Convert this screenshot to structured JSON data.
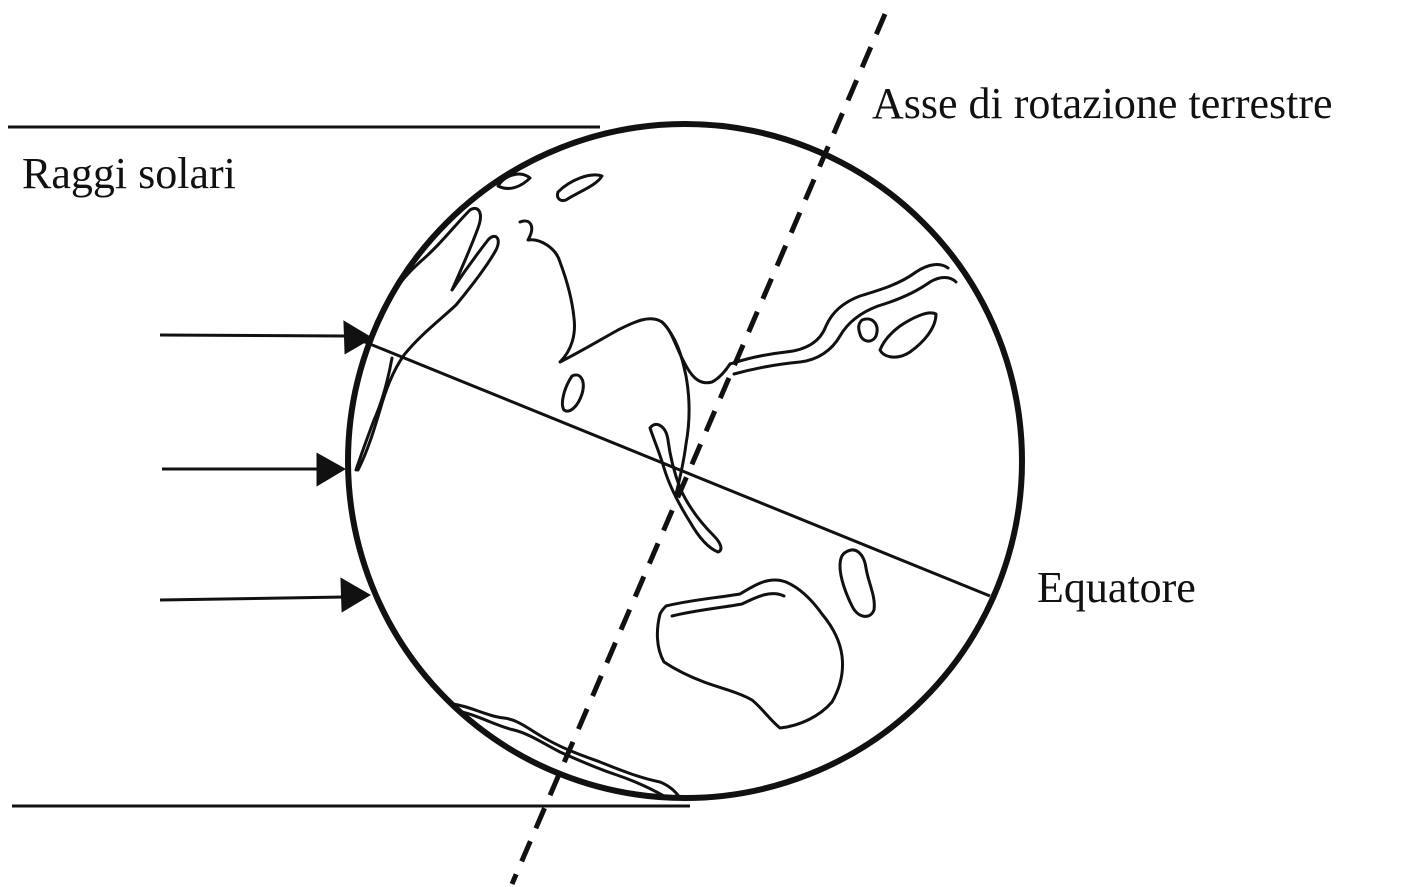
{
  "labels": {
    "sun_rays": "Raggi solari",
    "rotation_axis": "Asse di rotazione terrestre",
    "equator": "Equatore"
  },
  "colors": {
    "ink": "#111111",
    "background": "#ffffff"
  }
}
